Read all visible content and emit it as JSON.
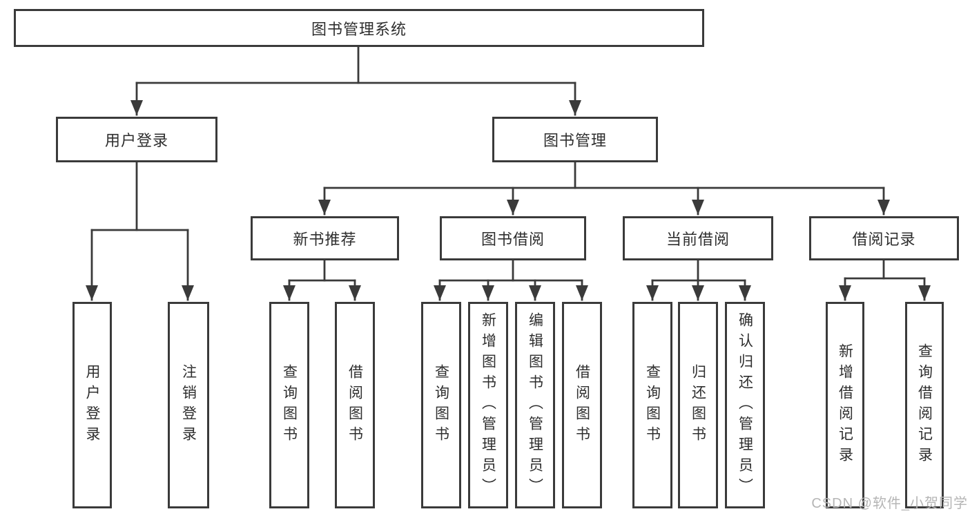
{
  "colors": {
    "line": "#3a3a3a",
    "box_border": "#3a3a3a",
    "text": "#2e2e2e",
    "watermark": "#b5b5b5",
    "background": "#ffffff"
  },
  "watermark": "CSDN @软件_小贺同学",
  "tree": {
    "root": "图书管理系统",
    "branches": [
      {
        "label": "用户登录",
        "children": [
          "用户登录",
          "注销登录"
        ]
      },
      {
        "label": "图书管理",
        "children": [
          {
            "label": "新书推荐",
            "children": [
              "查询图书",
              "借阅图书"
            ]
          },
          {
            "label": "图书借阅",
            "children": [
              "查询图书",
              "新增图书（管理员）",
              "编辑图书（管理员）",
              "借阅图书"
            ]
          },
          {
            "label": "当前借阅",
            "children": [
              "查询图书",
              "归还图书",
              "确认归还（管理员）"
            ]
          },
          {
            "label": "借阅记录",
            "children": [
              "新增借阅记录",
              "查询借阅记录"
            ]
          }
        ]
      }
    ]
  }
}
